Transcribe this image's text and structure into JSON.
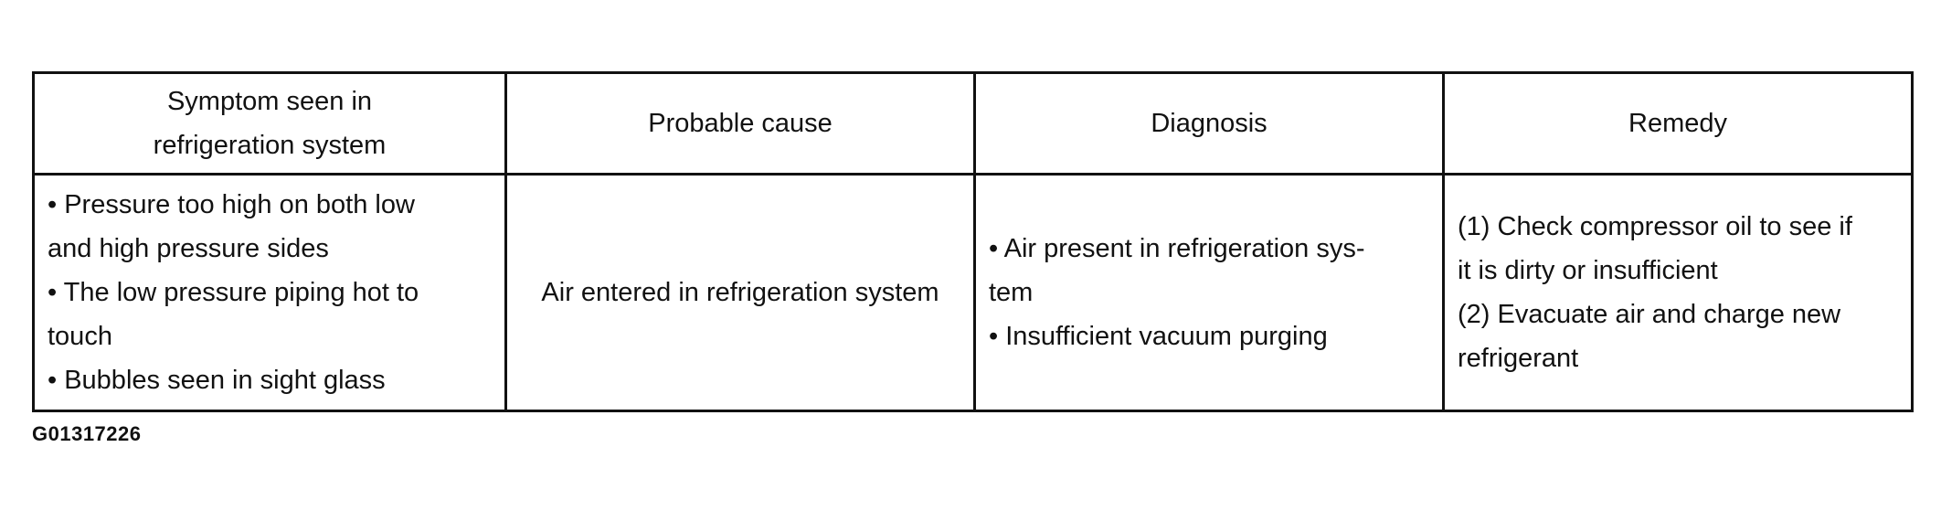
{
  "table": {
    "headers": [
      [
        "Symptom seen in",
        "refrigeration system"
      ],
      [
        "Probable cause"
      ],
      [
        "Diagnosis"
      ],
      [
        "Remedy"
      ]
    ],
    "rows": [
      {
        "symptom": [
          "• Pressure too high on both low",
          "and high pressure sides",
          "• The low pressure piping hot to",
          "touch",
          "• Bubbles seen in sight glass"
        ],
        "cause": "Air entered in refrigeration system",
        "diagnosis": [
          "• Air present in refrigeration sys-",
          "tem",
          "• Insufficient vacuum purging"
        ],
        "remedy": [
          "(1) Check compressor oil to see if",
          "it is dirty or insufficient",
          "(2) Evacuate air and charge new",
          "refrigerant"
        ]
      }
    ]
  },
  "figure_id": "G01317226"
}
